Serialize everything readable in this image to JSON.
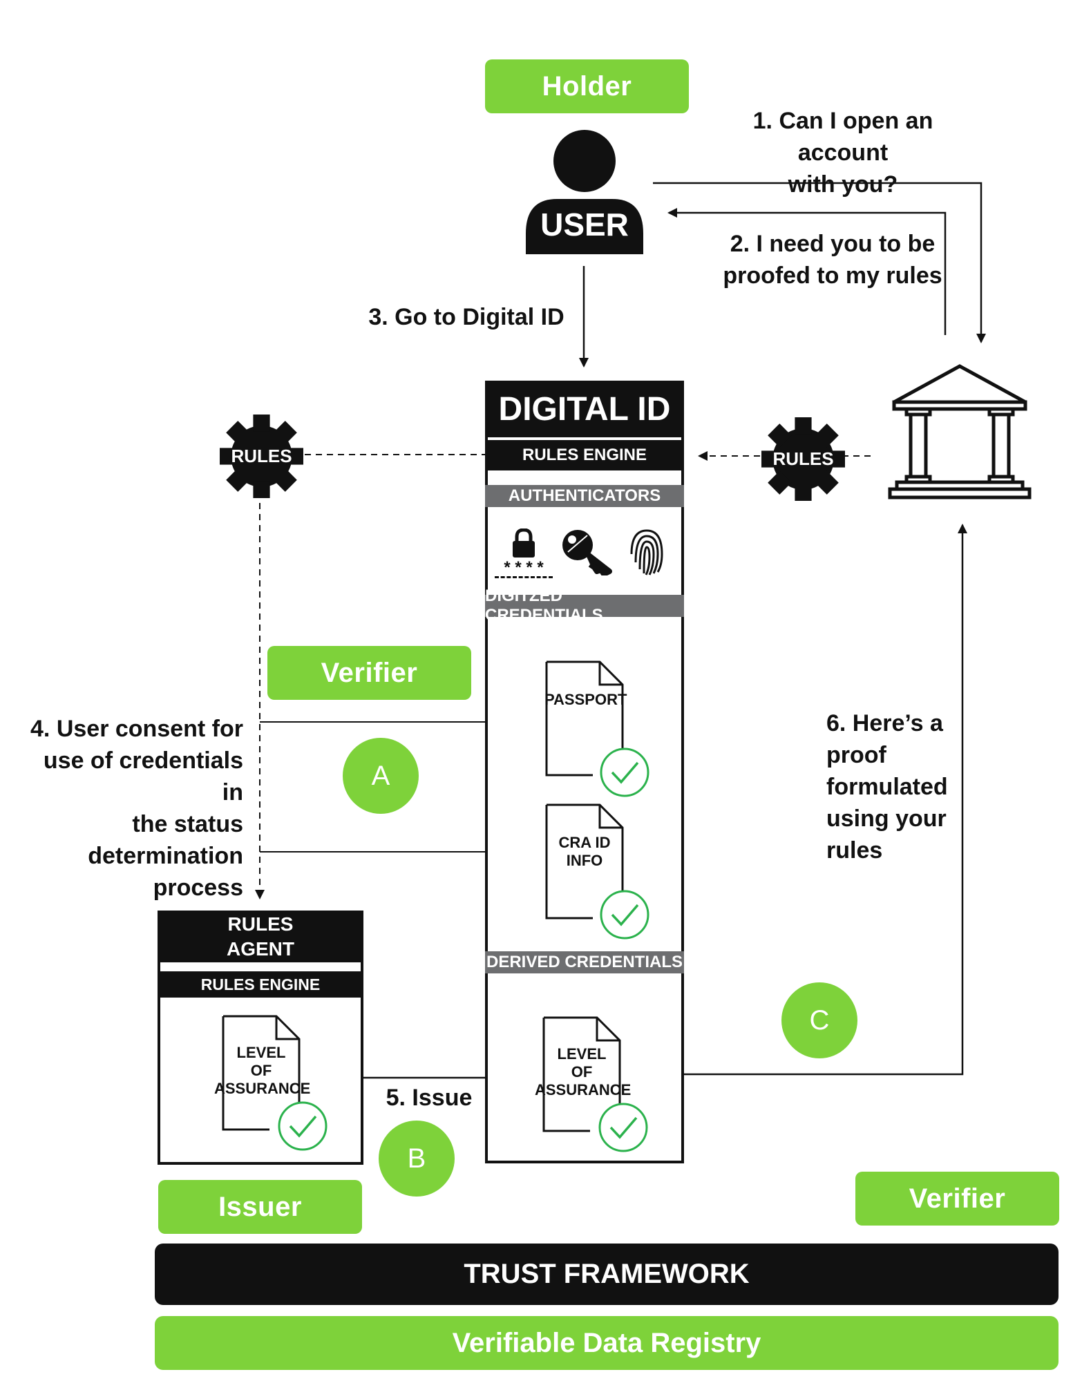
{
  "colors": {
    "green": "#7ed23a",
    "black": "#111111",
    "grey": "#6d6e70"
  },
  "roles": {
    "holder": "Holder",
    "verifier_mid": "Verifier",
    "issuer": "Issuer",
    "verifier_right": "Verifier"
  },
  "user": {
    "label": "USER"
  },
  "steps": {
    "step1_line1": "1. Can I open an account",
    "step1_line2": "with you?",
    "step2_line1": "2. I need you to be",
    "step2_line2": "proofed to my rules",
    "step3": "3. Go to Digital ID",
    "step4_lines": [
      "4. User consent for",
      "use of credentials in",
      "the status",
      "determination",
      "process"
    ],
    "step5": "5. Issue",
    "step6_lines": [
      "6. Here’s a",
      "proof",
      "formulated",
      "using your",
      "rules"
    ]
  },
  "digital_id": {
    "title": "DIGITAL ID",
    "rules_engine": "RULES ENGINE",
    "authenticators": "AUTHENTICATORS",
    "pin": "* * * *",
    "digitized_credentials": "DIGITZED CREDENTIALS",
    "passport": "PASSPORT",
    "cra_line1": "CRA ID",
    "cra_line2": "INFO",
    "derived_credentials": "DERIVED CREDENTIALS",
    "loa_line1": "LEVEL",
    "loa_line2": "OF",
    "loa_line3": "ASSURANCE"
  },
  "rules_agent": {
    "title_line1": "RULES",
    "title_line2": "AGENT",
    "rules_engine": "RULES ENGINE",
    "loa_line1": "LEVEL",
    "loa_line2": "OF",
    "loa_line3": "ASSURANCE"
  },
  "gears": {
    "left": "RULES",
    "right": "RULES"
  },
  "circles": {
    "a": "A",
    "b": "B",
    "c": "C"
  },
  "footer": {
    "trust_framework": "TRUST FRAMEWORK",
    "registry": "Verifiable Data Registry"
  },
  "icons": [
    "user-icon",
    "bank-icon",
    "gear-icon",
    "lock-icon",
    "key-icon",
    "fingerprint-icon",
    "document-icon",
    "check-icon"
  ]
}
